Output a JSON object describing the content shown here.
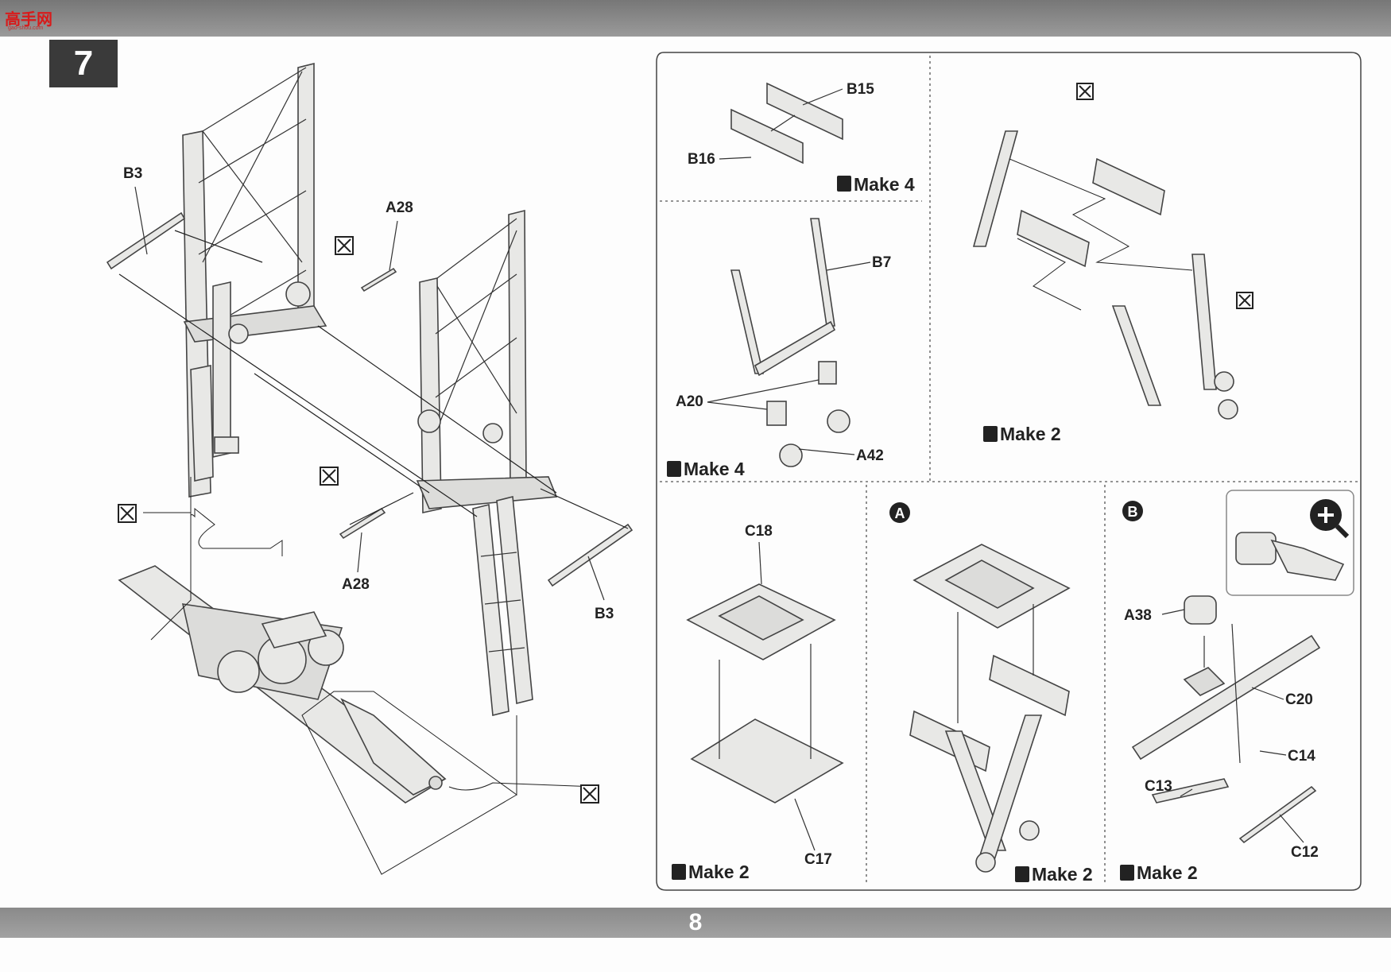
{
  "logo": {
    "text": "高手网",
    "sub": "gao-shou.com"
  },
  "step_number": "7",
  "page_number": "8",
  "main_labels": {
    "b3_left": "B3",
    "b3_right": "B3",
    "a28_top": "A28",
    "a28_bottom": "A28"
  },
  "panels": {
    "b15_b16": {
      "b15": "B15",
      "b16": "B16",
      "make": "Make 4"
    },
    "b7_a20_a42": {
      "b7": "B7",
      "a20": "A20",
      "a42": "A42",
      "make": "Make 4"
    },
    "bogie_assy": {
      "make": "Make 2"
    },
    "c17_c18": {
      "c18": "C18",
      "c17": "C17",
      "make": "Make 2"
    },
    "detail_a": {
      "marker": "A",
      "make": "Make 2"
    },
    "detail_b": {
      "marker": "B",
      "a38": "A38",
      "c20": "C20",
      "c14": "C14",
      "c13": "C13",
      "c12": "C12",
      "make": "Make 2"
    }
  }
}
